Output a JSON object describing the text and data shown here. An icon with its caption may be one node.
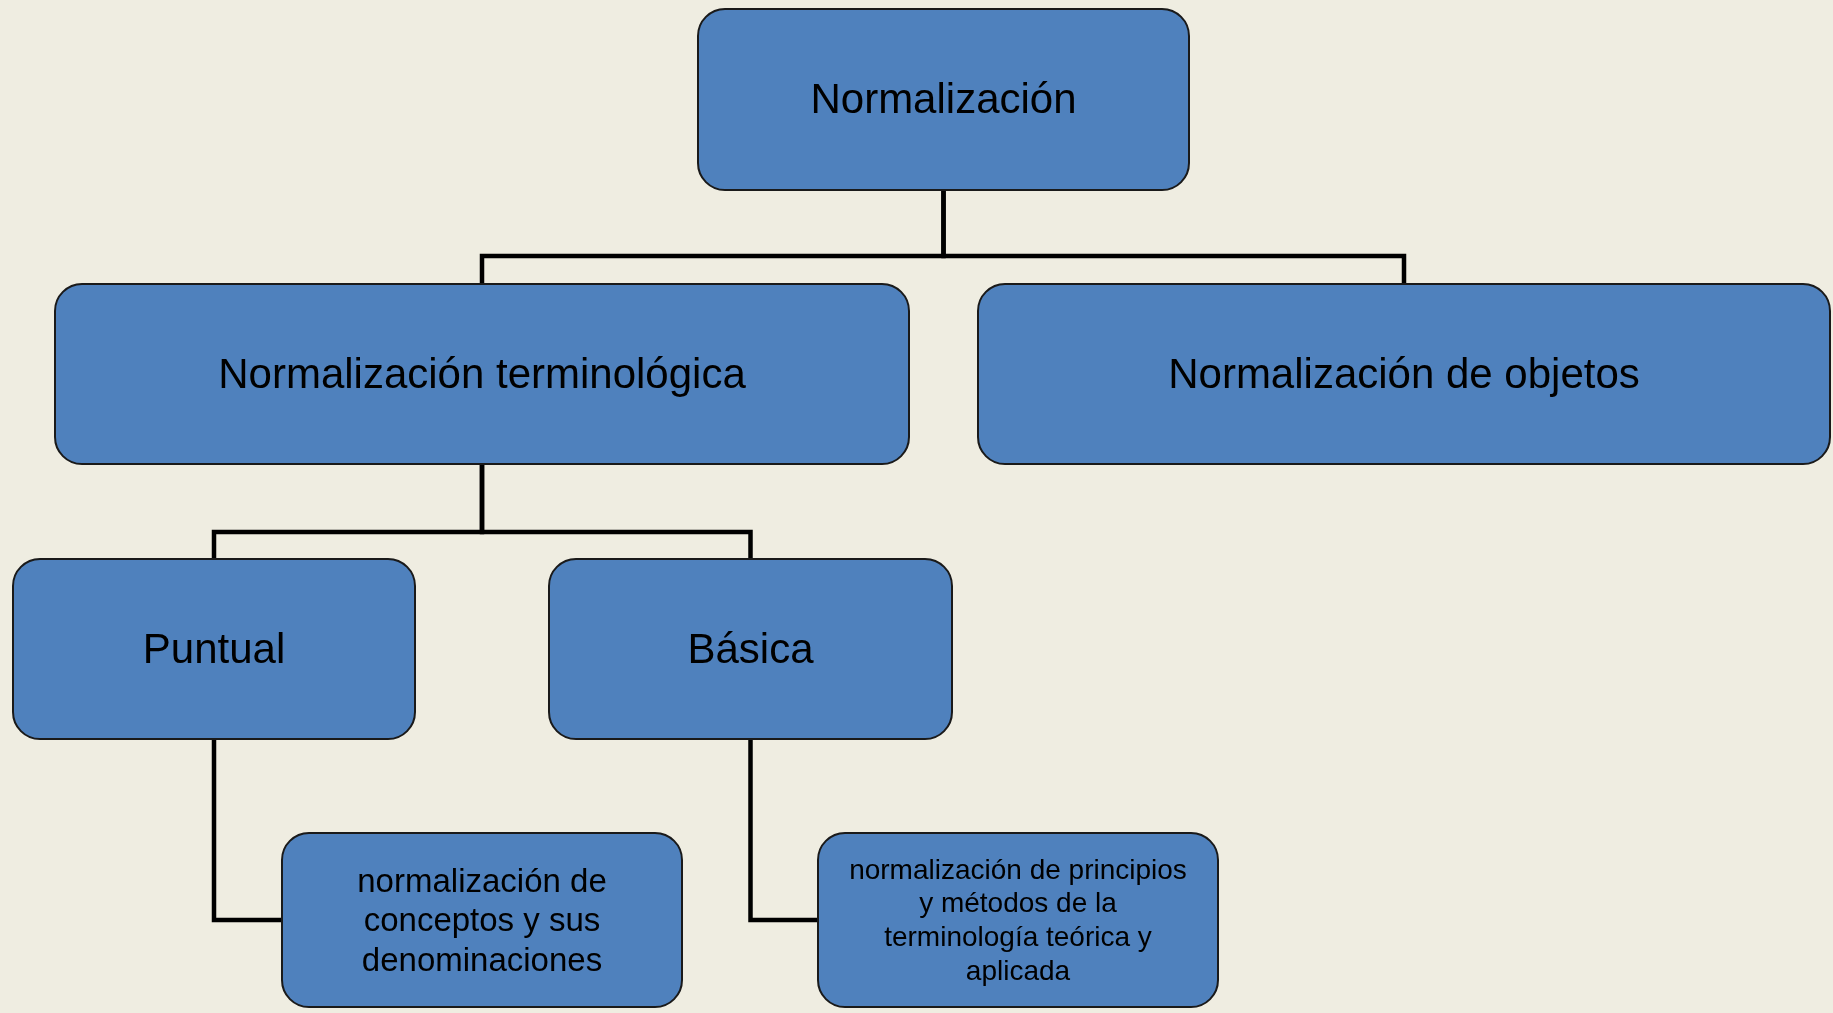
{
  "diagram": {
    "nodes": [
      {
        "text": [
          "Normalización"
        ]
      },
      {
        "text": [
          "Normalización terminológica"
        ]
      },
      {
        "text": [
          "Normalización de objetos"
        ]
      },
      {
        "text": [
          "Puntual"
        ]
      },
      {
        "text": [
          "Básica"
        ]
      },
      {
        "text": [
          "normalización de conceptos y sus denominaciones"
        ]
      },
      {
        "text": [
          "normalización de principios y métodos de la terminología teórica y aplicada"
        ]
      }
    ],
    "edges": [
      {
        "from": 0,
        "to": 1,
        "arrow": "none"
      },
      {
        "from": 0,
        "to": 2,
        "arrow": "none"
      },
      {
        "from": 1,
        "to": 3,
        "arrow": "none"
      },
      {
        "from": 1,
        "to": 4,
        "arrow": "none"
      },
      {
        "from": 3,
        "to": 5,
        "arrow": "none"
      },
      {
        "from": 4,
        "to": 6,
        "arrow": "none"
      }
    ]
  }
}
